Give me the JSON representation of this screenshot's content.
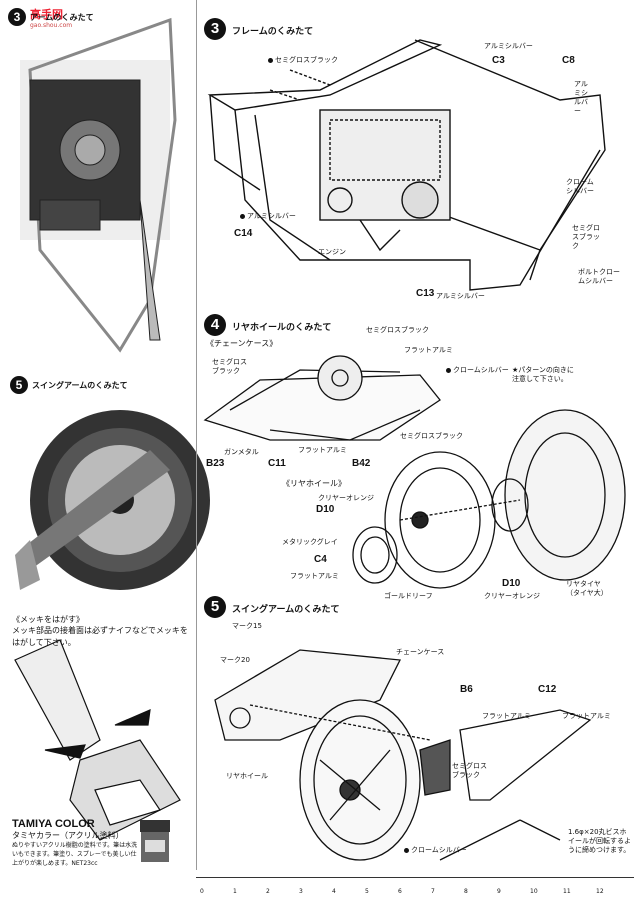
{
  "watermark": {
    "brand": "高手网",
    "url": "gao.shou.com"
  },
  "left_column": {
    "photo_step_title": "アームのくみたて",
    "photo2_title": "スイングアームのくみたて",
    "plating_heading": "《メッキをはがす》",
    "plating_text": "メッキ部品の接着面は必ずナイフなどでメッキをはがして下さい。",
    "tamiya_box": {
      "brand": "TAMIYA COLOR",
      "subtitle": "タミヤカラー（アクリル塗料）",
      "text": "ぬりやすいアクリル樹脂の塗料です。筆は水洗いもできます。筆塗り、スプレーでも美しい仕上がりが楽しめます。NET23cc"
    }
  },
  "steps": [
    {
      "number": "3",
      "title": "フレームのくみたて",
      "labels": {
        "semi_gloss_black": "セミグロスブラック",
        "aluminum_silver": "アルミシルバー",
        "aluminum_silver_right": "アルミシルバー",
        "chrome_silver": "クロームシルバー",
        "semi_gloss_black_right": "セミグロスブラック",
        "bolt_chrome": "ボルトクロームシルバー",
        "aluminum_silver_left": "アルミシルバー",
        "engine": "エンジン",
        "aluminum_silver_bottom": "アルミシルバー"
      },
      "parts": {
        "c3": "C3",
        "c8": "C8",
        "c14": "C14",
        "c13": "C13"
      }
    },
    {
      "number": "4",
      "title": "リヤホイールのくみたて",
      "chain_case": "《チェーンケース》",
      "wheel_heading": "《リヤホイール》",
      "labels": {
        "semi_gloss_black_top": "セミグロスブラック",
        "flat_aluminum": "フラットアルミ",
        "chrome_silver": "クロームシルバー",
        "note": "★パターンの向きに注意して下さい。",
        "semi_gloss_black_left": "セミグロスブラック",
        "gunmetal": "ガンメタル",
        "flat_aluminum_bottom": "フラットアルミ",
        "semi_gloss_black_bottom": "セミグロスブラック",
        "clear_orange": "クリヤーオレンジ",
        "metallic_grey": "メタリックグレイ",
        "flat_aluminum_c4": "フラットアルミ",
        "gold_leaf": "ゴールドリーフ",
        "clear_orange_bottom": "クリヤーオレンジ",
        "rear_tire": "リヤタイヤ（タイヤ大）"
      },
      "parts": {
        "b23": "B23",
        "c11": "C11",
        "b42": "B42",
        "d10": "D10",
        "c4": "C4",
        "d10b": "D10"
      }
    },
    {
      "number": "5",
      "title": "スイングアームのくみたて",
      "labels": {
        "mark15": "マーク15",
        "mark20": "マーク20",
        "chain_case": "チェーンケース",
        "flat_aluminum_b6": "フラットアルミ",
        "flat_aluminum_c12": "フラットアルミ",
        "semi_gloss_black": "セミグロスブラック",
        "rear_wheel": "リヤホイール",
        "chrome_silver": "クロームシルバー",
        "screw_note": "1.6φ×20丸ビスホイールが回転するように締めつけます。"
      },
      "parts": {
        "b6": "B6",
        "c12": "C12"
      }
    }
  ],
  "ruler": [
    "0",
    "1",
    "2",
    "3",
    "4",
    "5",
    "6",
    "7",
    "8",
    "9",
    "10",
    "11",
    "12"
  ]
}
